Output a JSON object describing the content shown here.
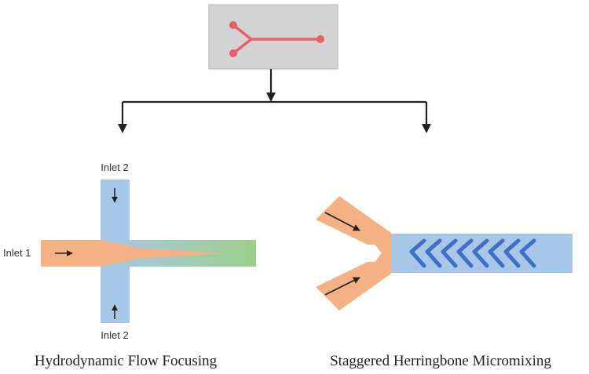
{
  "labels": {
    "inlet_top": "Inlet 2",
    "inlet_bottom": "Inlet 2",
    "inlet_left": "Inlet 1",
    "caption_left": "Hydrodynamic Flow Focusing",
    "caption_right": "Staggered Herringbone Micromixing"
  },
  "colors": {
    "chip_bg": "#d3d3d3",
    "chip_channel": "#e85f6a",
    "sheath_fluid": "#a7c7e8",
    "core_fluid": "#f4b183",
    "mixed_fluid": "#9ccf8a",
    "herringbone": "#3f6fc4",
    "connector": "#222222"
  },
  "icons": {
    "chip": "microfluidic-chip-icon",
    "arrow": "flow-arrow-icon"
  }
}
